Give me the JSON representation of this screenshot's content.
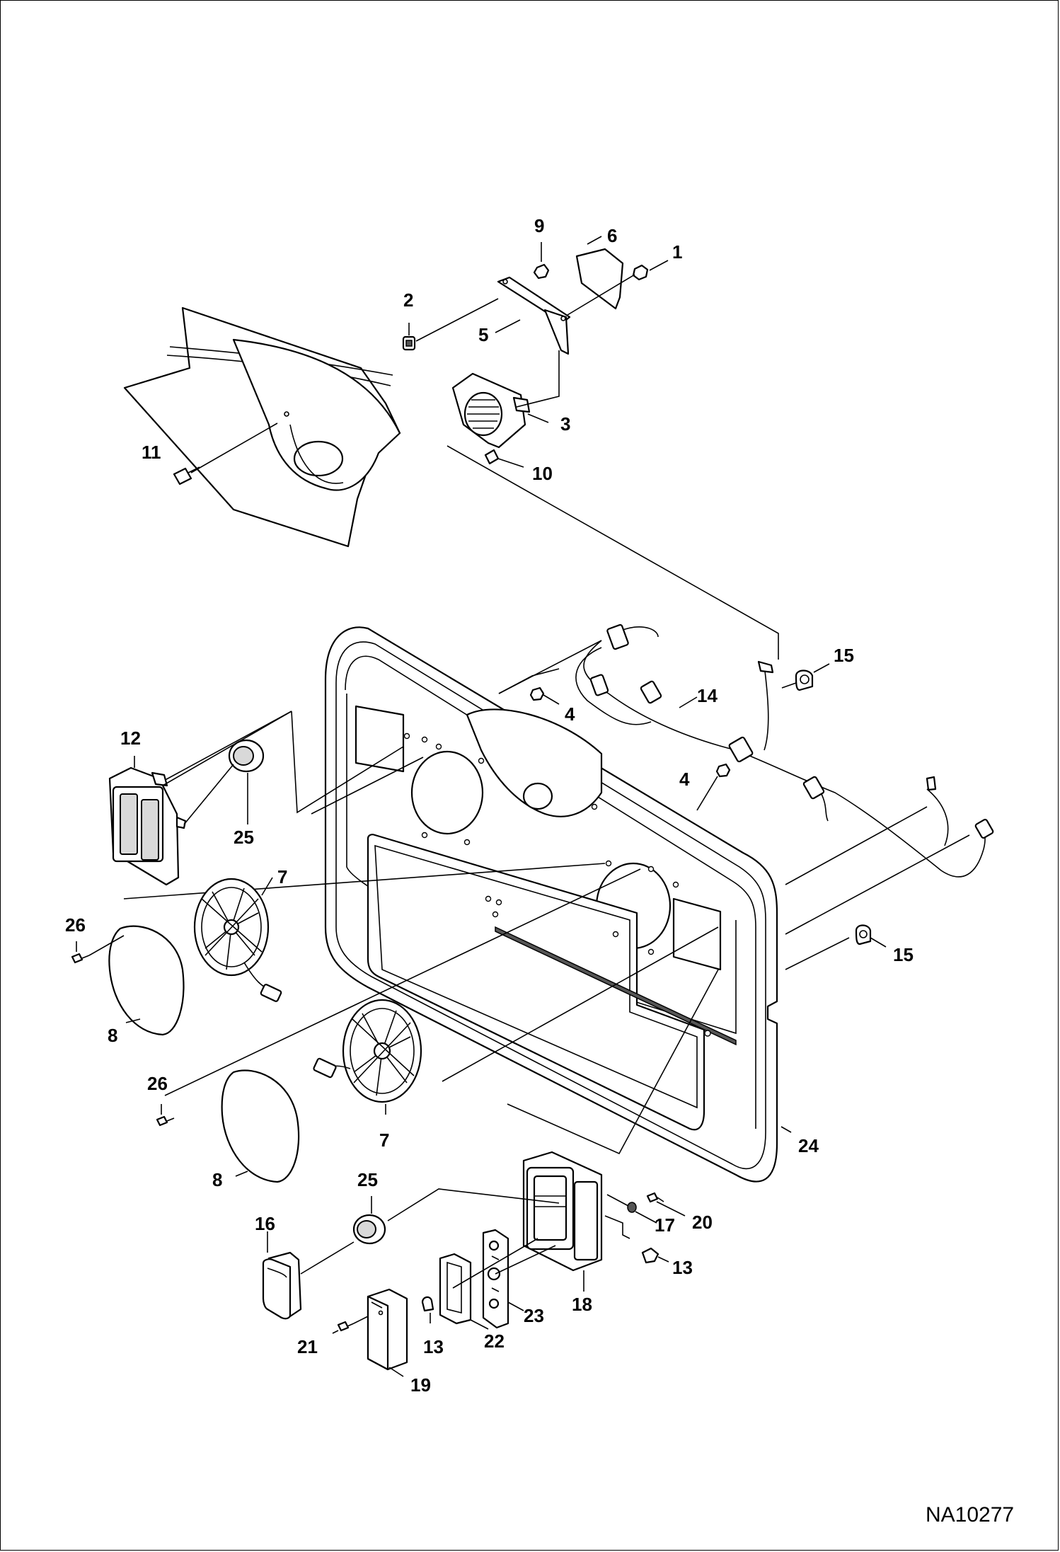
{
  "callouts": {
    "c1": "1",
    "c2": "2",
    "c3": "3",
    "c4a": "4",
    "c4b": "4",
    "c5": "5",
    "c6": "6",
    "c7a": "7",
    "c7b": "7",
    "c8a": "8",
    "c8b": "8",
    "c9": "9",
    "c10": "10",
    "c11": "11",
    "c12": "12",
    "c13a": "13",
    "c13b": "13",
    "c14": "14",
    "c15a": "15",
    "c15b": "15",
    "c16": "16",
    "c17": "17",
    "c18": "18",
    "c19": "19",
    "c20": "20",
    "c21": "21",
    "c22": "22",
    "c23": "23",
    "c24": "24",
    "c25a": "25",
    "c25b": "25",
    "c26a": "26",
    "c26b": "26"
  },
  "drawing_number": "NA10277"
}
